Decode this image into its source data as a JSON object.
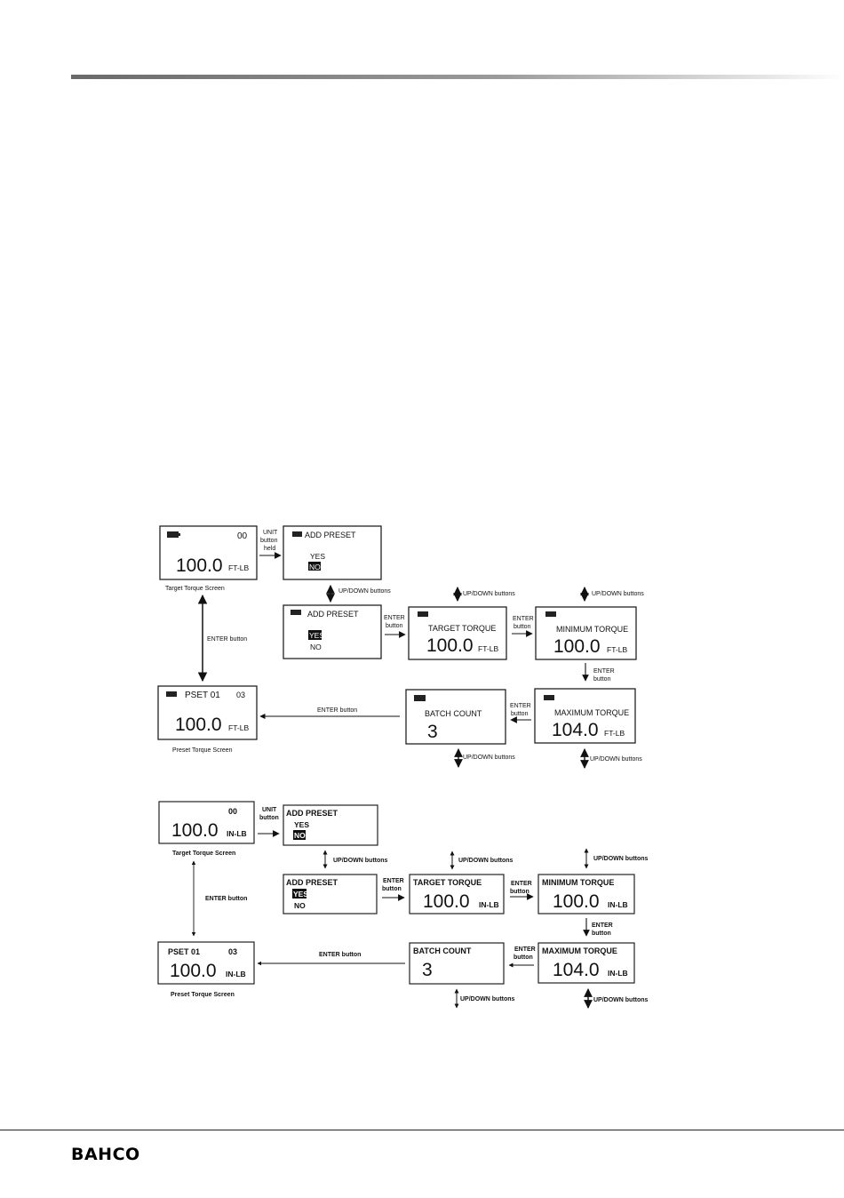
{
  "brand": {
    "logo_text": "BAHCO"
  },
  "flow1": {
    "unit_arrow": {
      "line1": "UNIT",
      "line2": "button",
      "line3": "held"
    },
    "updown_label": "UP/DOWN buttons",
    "enter_button": "ENTER button",
    "enter_short": "ENTER",
    "button_word": "button",
    "target_screen": {
      "count": "00",
      "value": "100.0",
      "unit": "FT-LB",
      "caption": "Target Torque Screen"
    },
    "add_preset_top": {
      "title": "ADD PRESET",
      "yes": "YES",
      "no": "NO"
    },
    "add_preset_mid": {
      "title": "ADD PRESET",
      "yes": "YES",
      "no": "NO"
    },
    "target_torque": {
      "title": "TARGET TORQUE",
      "value": "100.0",
      "unit": "FT-LB"
    },
    "minimum_torque": {
      "title": "MINIMUM TORQUE",
      "value": "100.0",
      "unit": "FT-LB"
    },
    "maximum_torque": {
      "title": "MAXIMUM TORQUE",
      "value": "104.0",
      "unit": "FT-LB"
    },
    "batch_count": {
      "title": "BATCH COUNT",
      "value": "3"
    },
    "preset_screen": {
      "title": "PSET 01",
      "count": "03",
      "value": "100.0",
      "unit": "FT-LB",
      "caption": "Preset Torque Screen"
    }
  },
  "flow2": {
    "unit_arrow": {
      "line1": "UNIT",
      "line2": "button"
    },
    "updown_label": "UP/DOWN buttons",
    "enter_button": "ENTER button",
    "enter_short": "ENTER",
    "button_word": "button",
    "target_screen": {
      "count": "00",
      "value": "100.0",
      "unit": "IN-LB",
      "caption": "Target Torque Screen"
    },
    "add_preset_top": {
      "title": "ADD PRESET",
      "yes": "YES",
      "no": "NO"
    },
    "add_preset_mid": {
      "title": "ADD PRESET",
      "yes": "YES",
      "no": "NO"
    },
    "target_torque": {
      "title": "TARGET TORQUE",
      "value": "100.0",
      "unit": "IN-LB"
    },
    "minimum_torque": {
      "title": "MINIMUM TORQUE",
      "value": "100.0",
      "unit": "IN-LB"
    },
    "maximum_torque": {
      "title": "MAXIMUM TORQUE",
      "value": "104.0",
      "unit": "IN-LB"
    },
    "batch_count": {
      "title": "BATCH COUNT",
      "value": "3"
    },
    "preset_screen": {
      "title": "PSET 01",
      "count": "03",
      "value": "100.0",
      "unit": "IN-LB",
      "caption": "Preset Torque Screen"
    }
  }
}
